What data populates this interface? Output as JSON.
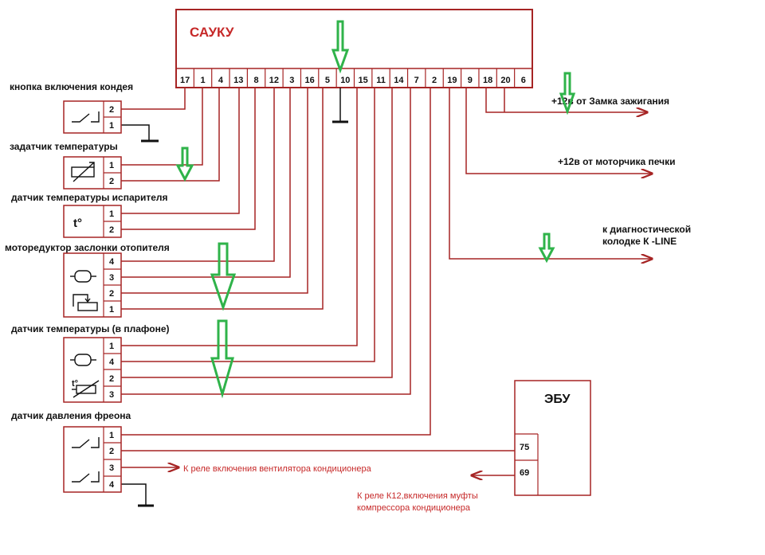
{
  "colors": {
    "wire": "#a62424",
    "ground": "#111111",
    "arrow_green": "#2fb34a",
    "accent_text": "#c62828"
  },
  "sauku": {
    "title": "САУКУ",
    "pins": [
      "17",
      "1",
      "4",
      "13",
      "8",
      "12",
      "3",
      "16",
      "5",
      "10",
      "15",
      "11",
      "14",
      "7",
      "2",
      "19",
      "9",
      "18",
      "20",
      "6"
    ]
  },
  "components": {
    "ac_button": {
      "label": "кнопка включения кондея",
      "pins": [
        "2",
        "1"
      ]
    },
    "temp_setter": {
      "label": "задатчик температуры",
      "pins": [
        "1",
        "2"
      ]
    },
    "evap_sensor": {
      "label": "датчик температуры испарителя",
      "glyph": "t°",
      "pins": [
        "1",
        "2"
      ]
    },
    "heater_motor": {
      "label": "моторедуктор заслонки отопителя",
      "pins": [
        "4",
        "3",
        "2",
        "1"
      ]
    },
    "cabin_sensor": {
      "label": "датчик температуры (в плафоне)",
      "glyph": "t°",
      "pins": [
        "1",
        "4",
        "2",
        "3"
      ]
    },
    "pressure_sensor": {
      "label": "датчик давления фреона",
      "pins": [
        "1",
        "2",
        "3",
        "4"
      ]
    }
  },
  "outputs": {
    "ignition": "+12в от Замка зажигания",
    "heater_fan": "+12в от моторчика печки",
    "diag_line1": "к диагностической",
    "diag_line2": "колодке К -LINE",
    "fan_relay": "К реле включения вентилятора кондиционера",
    "k12_line1": "К реле К12,включения муфты",
    "k12_line2": "компрессора кондиционера"
  },
  "ebu": {
    "title": "ЭБУ",
    "pins": [
      "75",
      "69"
    ]
  }
}
